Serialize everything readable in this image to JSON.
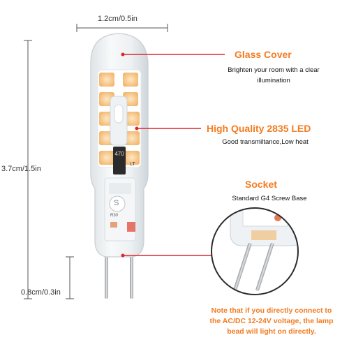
{
  "dimensions": {
    "width_label": "1.2cm/0.5in",
    "height_label": "3.7cm/1.5in",
    "pin_label": "0.8cm/0.3in"
  },
  "features": [
    {
      "title": "Glass Cover",
      "desc_line1": "Brighten your room with a clear",
      "desc_line2": "illumination"
    },
    {
      "title": "High Quality 2835 LED",
      "desc_line1": "Good transmiltance,Low heat"
    },
    {
      "title": "Socket",
      "desc_line1": "Standard G4 Screw Base"
    }
  ],
  "note": {
    "line1": "Note that if you directly connect to",
    "line2": "the AC/DC 12-24V voltage, the lamp",
    "line3": "bead will light on directly."
  },
  "bulb_markings": {
    "resistor": "470",
    "side": "LT",
    "chip": "S",
    "board": "R30"
  },
  "colors": {
    "accent": "#f47b20",
    "marker": "#e0252b",
    "led": "#f6c98a",
    "pin": "#b9bcbf"
  }
}
